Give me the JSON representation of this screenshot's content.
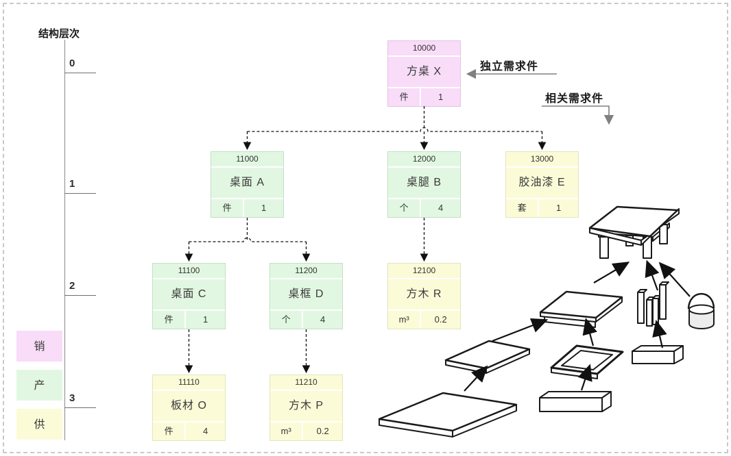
{
  "title": "结构层次",
  "levels": {
    "l0": "0",
    "l1": "1",
    "l2": "2",
    "l3": "3"
  },
  "legend": {
    "sales": "销",
    "production": "产",
    "supply": "供"
  },
  "annotations": {
    "independent": "独立需求件",
    "dependent": "相关需求件"
  },
  "colors": {
    "sales_pink": "#f8dcf8",
    "production_green": "#e2f7e2",
    "supply_yellow": "#fbfbd8",
    "connector_black": "#111111",
    "annotation_gray": "#808080"
  },
  "nodes": [
    {
      "code": "10000",
      "name": "方桌  X",
      "unit": "件",
      "qty": "1",
      "level": 0
    },
    {
      "code": "11000",
      "name": "桌面  A",
      "unit": "件",
      "qty": "1",
      "level": 1
    },
    {
      "code": "12000",
      "name": "桌腿  B",
      "unit": "个",
      "qty": "4",
      "level": 1
    },
    {
      "code": "13000",
      "name": "胶油漆  E",
      "unit": "套",
      "qty": "1",
      "level": 1
    },
    {
      "code": "11100",
      "name": "桌面  C",
      "unit": "件",
      "qty": "1",
      "level": 2
    },
    {
      "code": "11200",
      "name": "桌框  D",
      "unit": "个",
      "qty": "4",
      "level": 2
    },
    {
      "code": "12100",
      "name": "方木  R",
      "unit": "m³",
      "qty": "0.2",
      "level": 2
    },
    {
      "code": "11110",
      "name": "板材  O",
      "unit": "件",
      "qty": "4",
      "level": 3
    },
    {
      "code": "11210",
      "name": "方木  P",
      "unit": "m³",
      "qty": "0.2",
      "level": 3
    }
  ]
}
